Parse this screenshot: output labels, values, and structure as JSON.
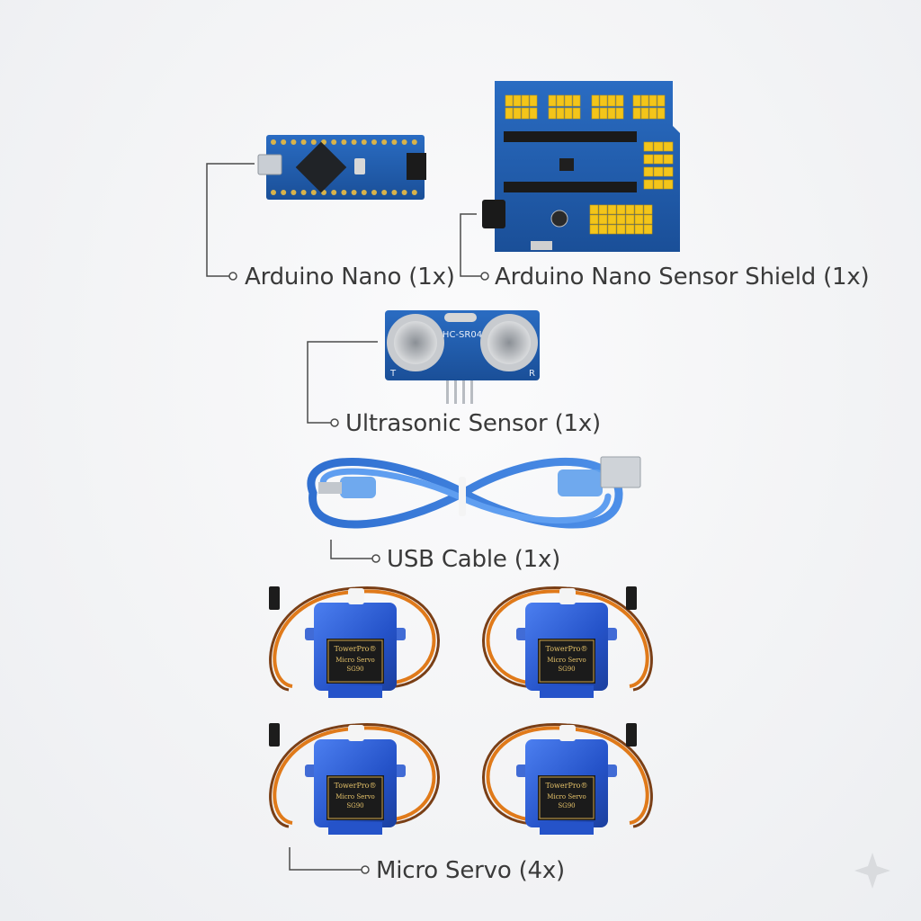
{
  "labels": {
    "nano": "Arduino Nano (1x)",
    "shield": "Arduino Nano Sensor Shield (1x)",
    "ultrasonic": "Ultrasonic Sensor (1x)",
    "usb": "USB Cable (1x)",
    "servo": "Micro Servo (4x)"
  },
  "ultrasonic_text": "HC-SR04",
  "ultrasonic_t": "T",
  "ultrasonic_r": "R",
  "servos": [
    {
      "brand": "TowerPro®",
      "model": "Micro Servo",
      "code": "SG90"
    },
    {
      "brand": "TowerPro®",
      "model": "Micro Servo",
      "code": "SG90"
    },
    {
      "brand": "TowerPro®",
      "model": "Micro Servo",
      "code": "SG90"
    },
    {
      "brand": "TowerPro®",
      "model": "Micro Servo",
      "code": "SG90"
    }
  ],
  "colors": {
    "pcb": "#1f5aa8",
    "pcb_dark": "#153f7a",
    "header_yellow": "#f3c51a",
    "servo_blue": "#2c5fd6",
    "cable_blue": "#3d7fd8",
    "wire_orange": "#e07a1a",
    "wire_brown": "#6b3a1a",
    "label_text": "#3a3a3a"
  },
  "icons": [
    "sparkle-icon"
  ]
}
